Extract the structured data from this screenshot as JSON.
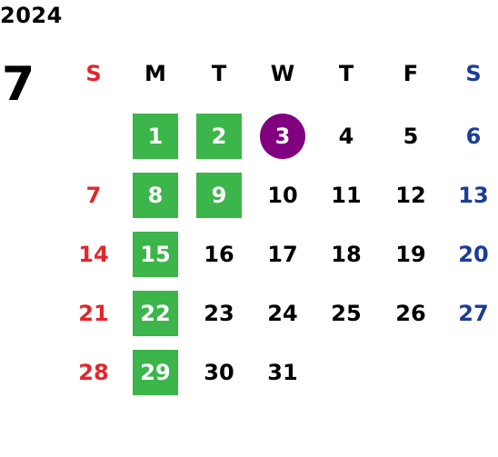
{
  "year": "2024",
  "month": "7",
  "colors": {
    "sunday": "#e4262b",
    "saturday": "#1b3d96",
    "weekday": "#000000",
    "highlight_green": "#3cb54a",
    "highlight_today": "#800080"
  },
  "weekdays": [
    "S",
    "M",
    "T",
    "W",
    "T",
    "F",
    "S"
  ],
  "weeks": [
    [
      null,
      {
        "day": "1",
        "mark": "green"
      },
      {
        "day": "2",
        "mark": "green"
      },
      {
        "day": "3",
        "mark": "today"
      },
      {
        "day": "4"
      },
      {
        "day": "5"
      },
      {
        "day": "6"
      }
    ],
    [
      {
        "day": "7"
      },
      {
        "day": "8",
        "mark": "green"
      },
      {
        "day": "9",
        "mark": "green"
      },
      {
        "day": "10"
      },
      {
        "day": "11"
      },
      {
        "day": "12"
      },
      {
        "day": "13"
      }
    ],
    [
      {
        "day": "14"
      },
      {
        "day": "15",
        "mark": "green"
      },
      {
        "day": "16"
      },
      {
        "day": "17"
      },
      {
        "day": "18"
      },
      {
        "day": "19"
      },
      {
        "day": "20"
      }
    ],
    [
      {
        "day": "21"
      },
      {
        "day": "22",
        "mark": "green"
      },
      {
        "day": "23"
      },
      {
        "day": "24"
      },
      {
        "day": "25"
      },
      {
        "day": "26"
      },
      {
        "day": "27"
      }
    ],
    [
      {
        "day": "28"
      },
      {
        "day": "29",
        "mark": "green"
      },
      {
        "day": "30"
      },
      {
        "day": "31"
      },
      null,
      null,
      null
    ]
  ]
}
